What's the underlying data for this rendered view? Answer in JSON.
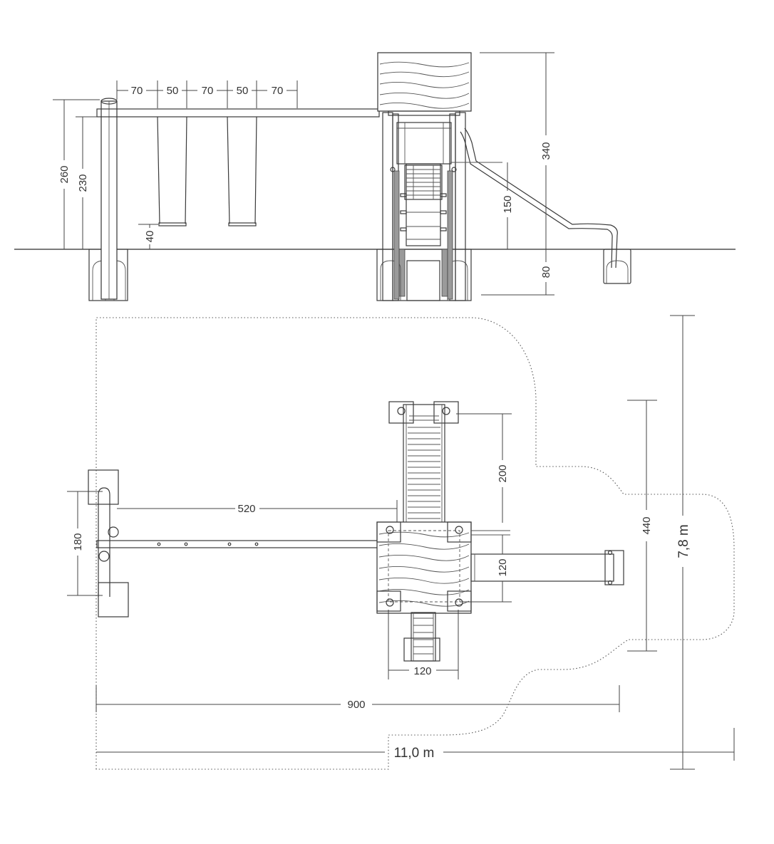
{
  "colors": {
    "line": "#3a3a3a",
    "fill_grey": "#9a9a9a",
    "background": "#ffffff"
  },
  "side_view": {
    "spacing": {
      "a": "70",
      "b": "50",
      "c": "70",
      "d": "50",
      "e": "70"
    },
    "height_total": "260",
    "height_beam": "230",
    "seat_clearance": "40",
    "tower_height": "340",
    "slide_height": "150",
    "foundation_depth": "80"
  },
  "plan_view": {
    "beam_length": "520",
    "swing_width": "180",
    "ladder_length": "200",
    "platform_depth": "120",
    "platform_width": "120",
    "safety_zone_depth": "440",
    "length_900": "900",
    "total_length": "11,0 m",
    "total_width": "7,8 m"
  }
}
